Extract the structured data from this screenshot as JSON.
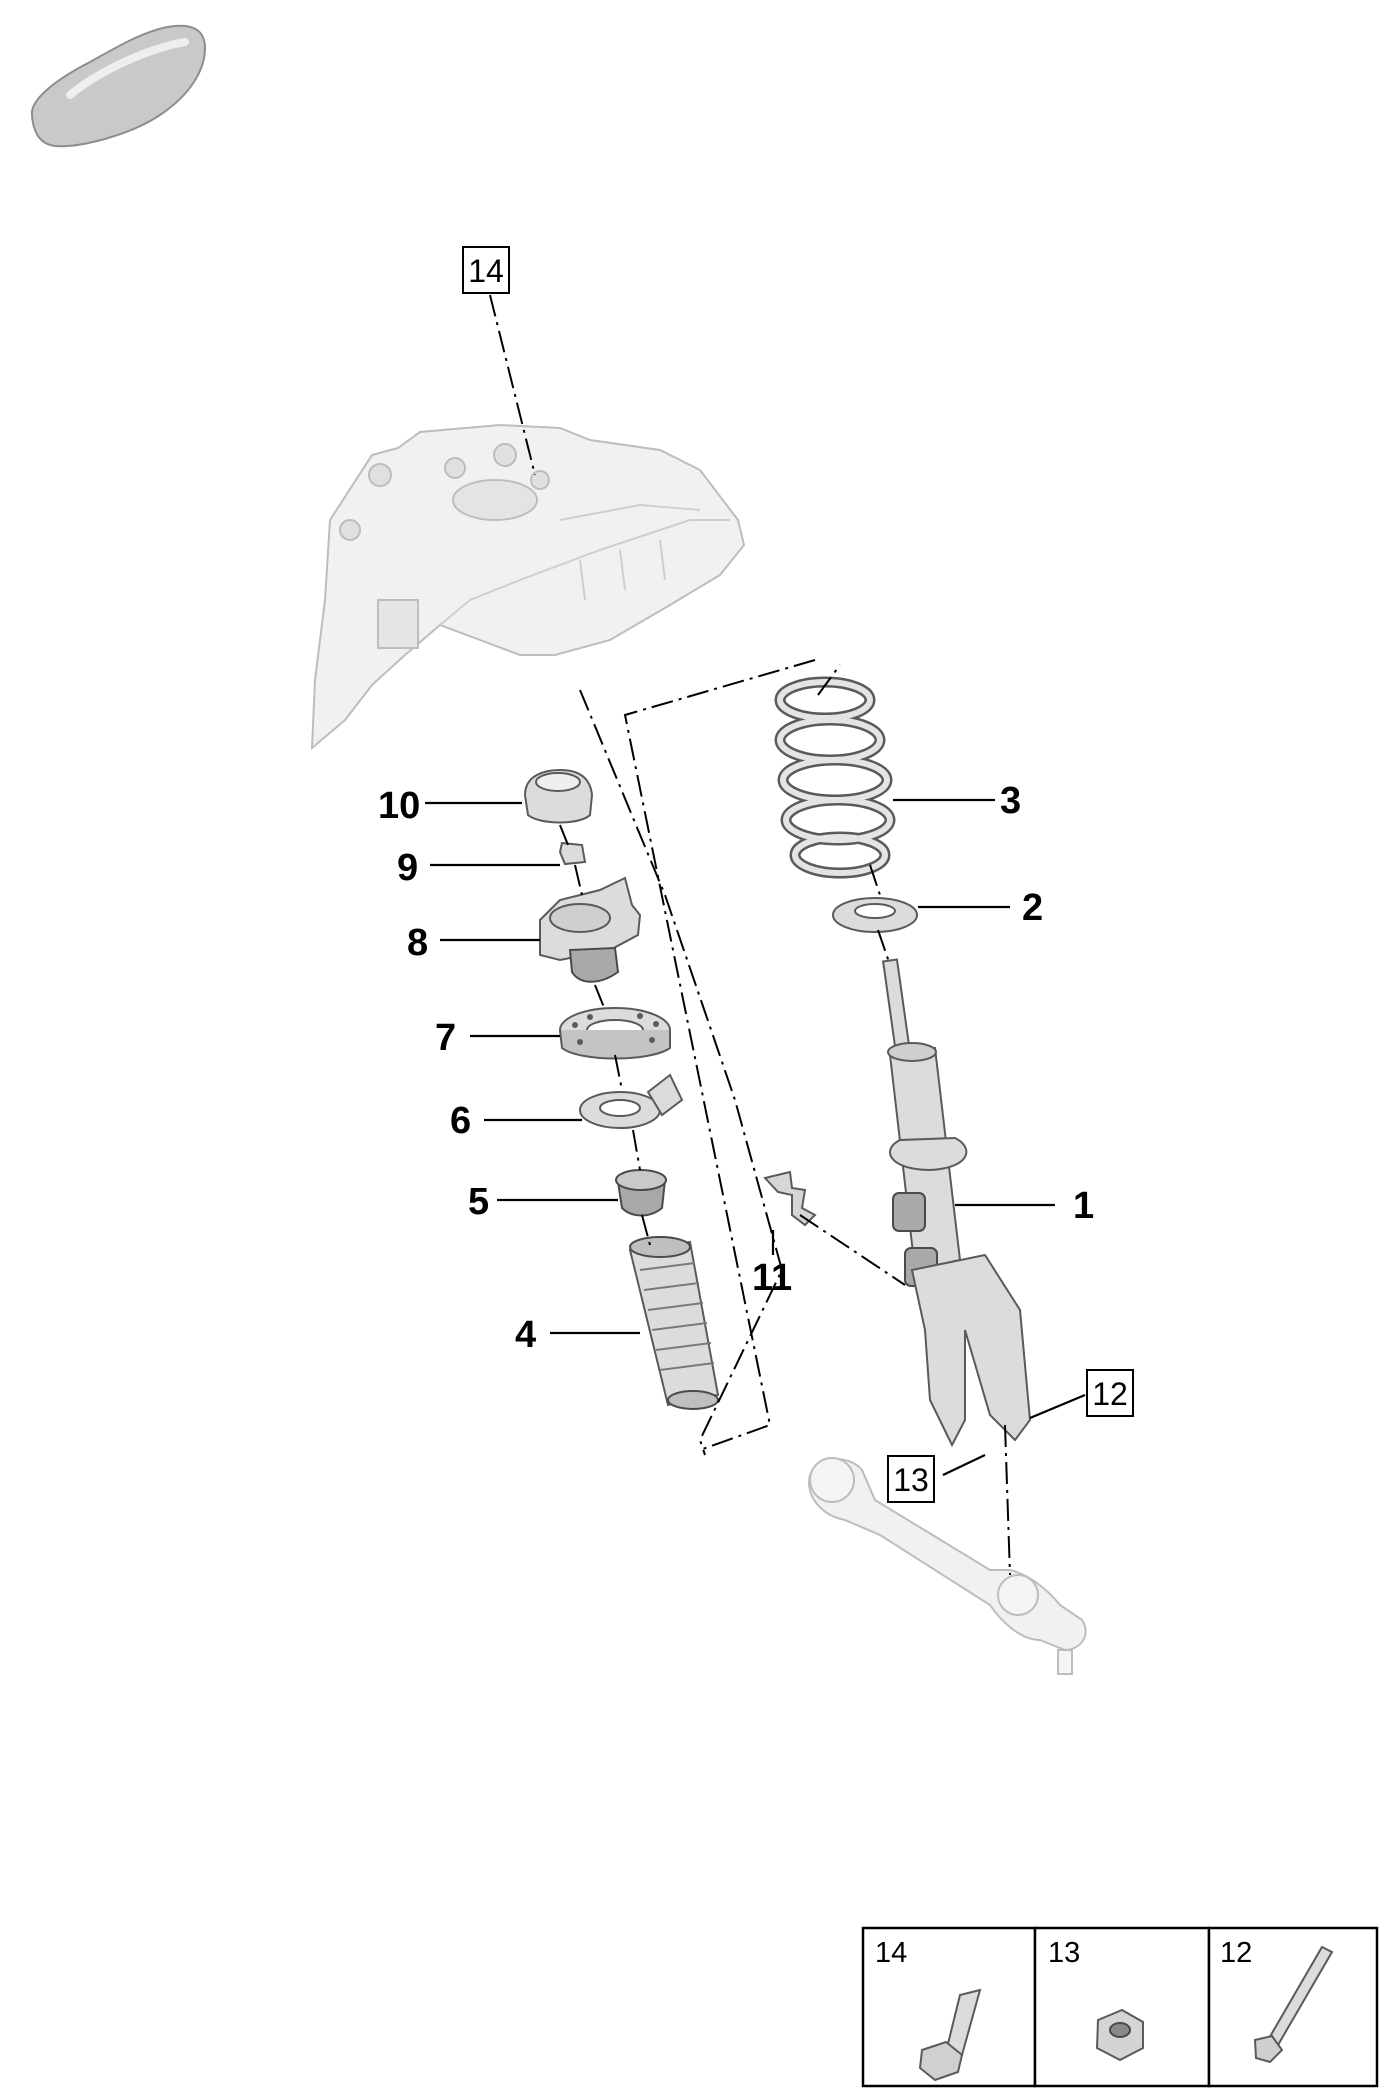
{
  "callouts": {
    "c1": "1",
    "c2": "2",
    "c3": "3",
    "c4": "4",
    "c5": "5",
    "c6": "6",
    "c7": "7",
    "c8": "8",
    "c9": "9",
    "c10": "10",
    "c11": "11"
  },
  "boxed_refs": {
    "r12": "12",
    "r13": "13",
    "r14": "14"
  },
  "hardware_table": {
    "cells": [
      {
        "label": "14",
        "icon": "bolt-icon"
      },
      {
        "label": "13",
        "icon": "nut-icon"
      },
      {
        "label": "12",
        "icon": "long-bolt-icon"
      }
    ]
  },
  "colors": {
    "line": "#000000",
    "part_gray": "#dcdcdc",
    "context_part": "#f1f1f1"
  }
}
